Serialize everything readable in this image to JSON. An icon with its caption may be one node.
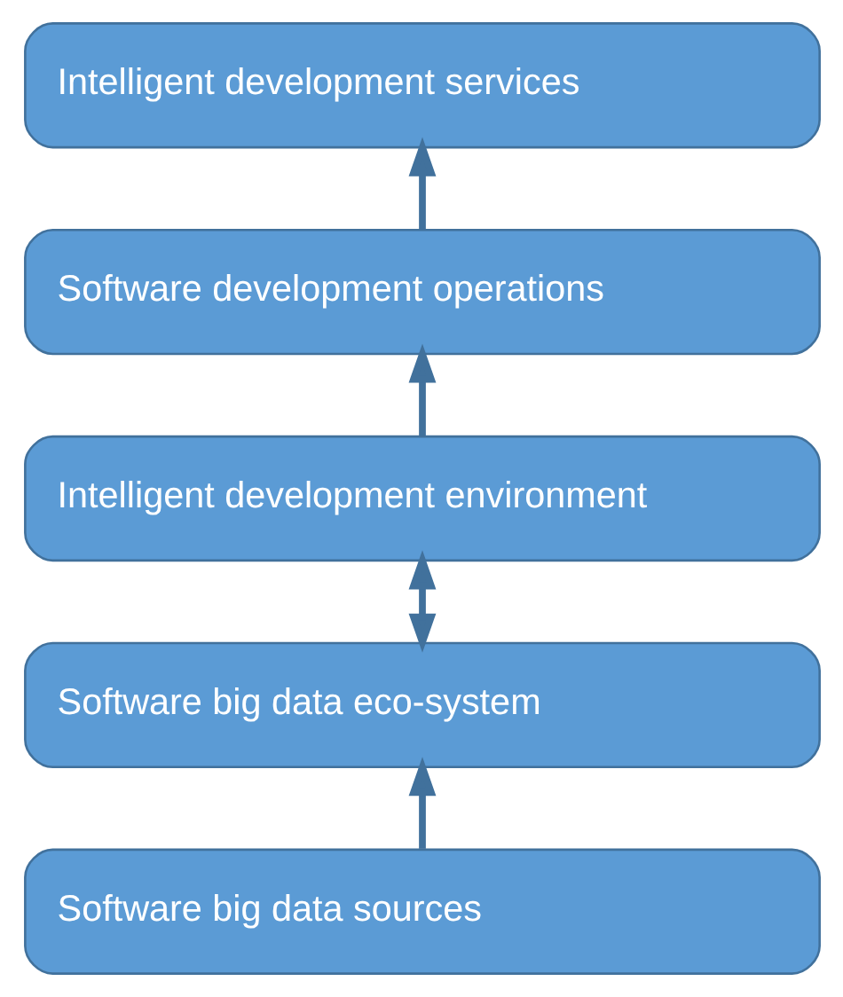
{
  "diagram": {
    "nodes": [
      {
        "text": [
          "Intelligent development services"
        ]
      },
      {
        "text": [
          "Software development operations"
        ]
      },
      {
        "text": [
          "Intelligent development environment"
        ]
      },
      {
        "text": [
          "Software big data eco-system"
        ]
      },
      {
        "text": [
          "Software big data sources"
        ]
      }
    ],
    "edges": [
      {
        "from": 4,
        "to": 3,
        "arrow": "to"
      },
      {
        "from": 3,
        "to": 2,
        "arrow": "both"
      },
      {
        "from": 2,
        "to": 1,
        "arrow": "to"
      },
      {
        "from": 1,
        "to": 0,
        "arrow": "to"
      }
    ]
  }
}
